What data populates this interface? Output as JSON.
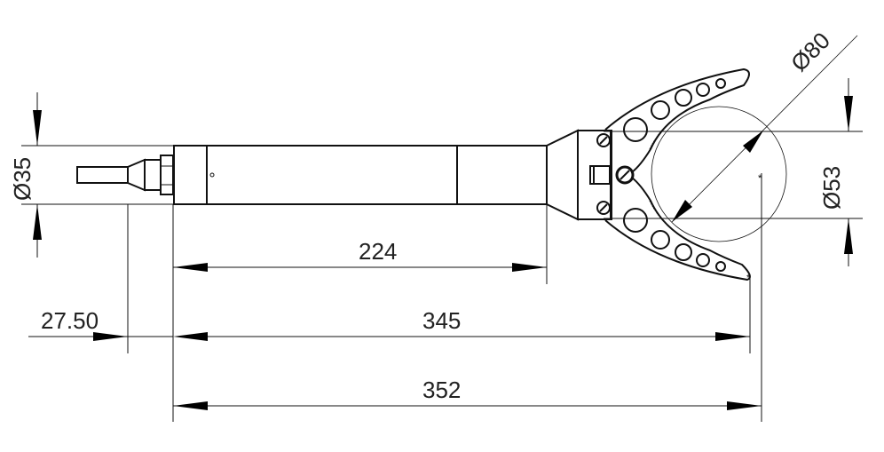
{
  "drawing": {
    "title": "Gripper tool dimension drawing",
    "line_color": "#111111",
    "background": "#ffffff"
  },
  "dimensions": {
    "shaft_diameter": {
      "label": "Ø35",
      "symbol": "Ø",
      "value": "35"
    },
    "jaw_circle_diameter": {
      "label": "Ø80",
      "symbol": "Ø",
      "value": "80"
    },
    "jaw_opening_diameter": {
      "label": "Ø53",
      "symbol": "Ø",
      "value": "53"
    },
    "tip_offset": {
      "label": "27.50",
      "value": "27.50"
    },
    "handle_length": {
      "label": "224",
      "value": "224"
    },
    "length_to_jaw_tip": {
      "label": "345",
      "value": "345"
    },
    "overall_length": {
      "label": "352",
      "value": "352"
    }
  }
}
